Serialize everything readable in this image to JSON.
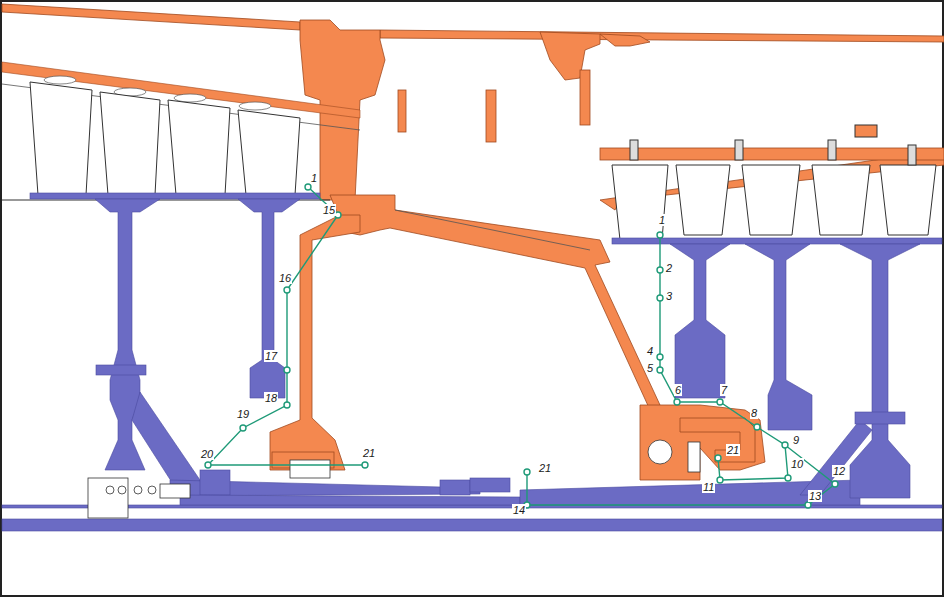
{
  "diagram": {
    "labels": [
      "1",
      "15",
      "16",
      "17",
      "18",
      "19",
      "20",
      "21",
      "1",
      "2",
      "3",
      "4",
      "5",
      "6",
      "7",
      "8",
      "9",
      "10",
      "11",
      "12",
      "13",
      "14",
      "21",
      "21"
    ]
  }
}
